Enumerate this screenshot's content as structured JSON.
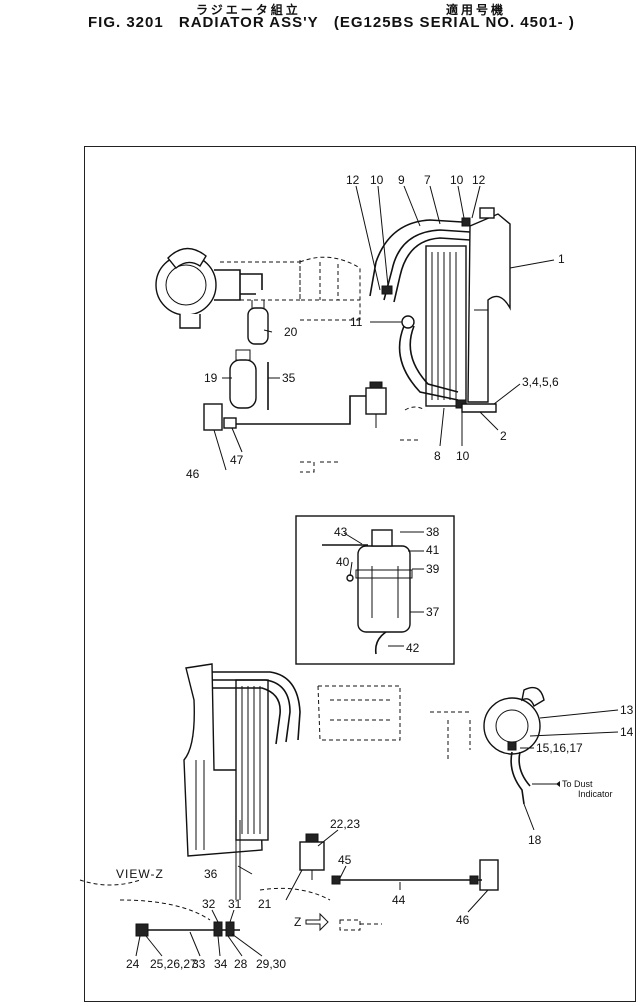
{
  "header": {
    "jp_title": "ラジエータ組立",
    "jp_serial": "適用号機",
    "fig_no": "FIG. 3201",
    "title": "RADIATOR ASS'Y",
    "serial": "(EG125BS SERIAL NO. 4501- )"
  },
  "inset_box": {
    "labels": [
      "43",
      "38",
      "40",
      "41",
      "39",
      "37",
      "42"
    ]
  },
  "view_label": "VIEW-Z",
  "z_arrow_label": "Z",
  "annotation": {
    "line1": "To Dust",
    "line2": "Indicator"
  },
  "callouts": {
    "c1": "1",
    "c2": "2",
    "c3456": "3,4,5,6",
    "c7": "7",
    "c8": "8",
    "c9": "9",
    "c10a": "10",
    "c10b": "10",
    "c10c": "10",
    "c11": "11",
    "c12a": "12",
    "c12b": "12",
    "c13": "13",
    "c14": "14",
    "c151617": "15,16,17",
    "c18": "18",
    "c19": "19",
    "c20": "20",
    "c21": "21",
    "c2223": "22,23",
    "c24": "24",
    "c252627": "25,26,27",
    "c2830": "28",
    "c2930": "29,30",
    "c31": "31",
    "c32": "32",
    "c33": "33",
    "c34": "34",
    "c35": "35",
    "c36": "36",
    "c44": "44",
    "c45": "45",
    "c46a": "46",
    "c46b": "46",
    "c47": "47"
  }
}
